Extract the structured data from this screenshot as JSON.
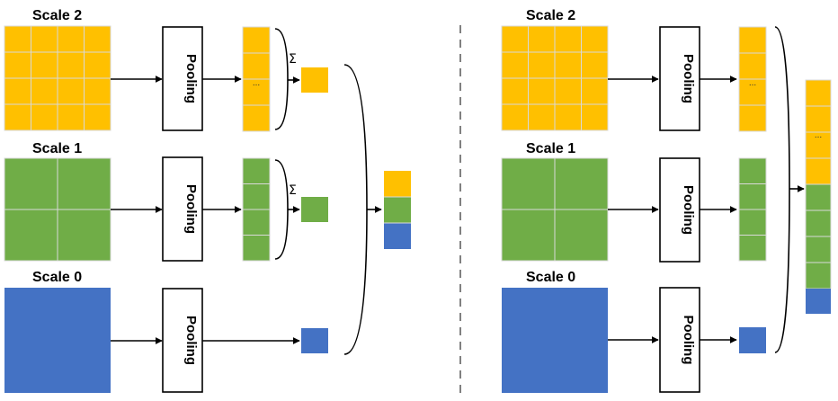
{
  "colors": {
    "scale2": "#FFC000",
    "scale1": "#70AD47",
    "scale0": "#4472C4",
    "grid": "#d9d9d9",
    "stroke": "#000000",
    "divider": "#808080"
  },
  "labels": {
    "scale2": "Scale 2",
    "scale1": "Scale 1",
    "scale0": "Scale 0",
    "pooling": "Pooling",
    "sum": "Σ",
    "ellipsis": "..."
  }
}
